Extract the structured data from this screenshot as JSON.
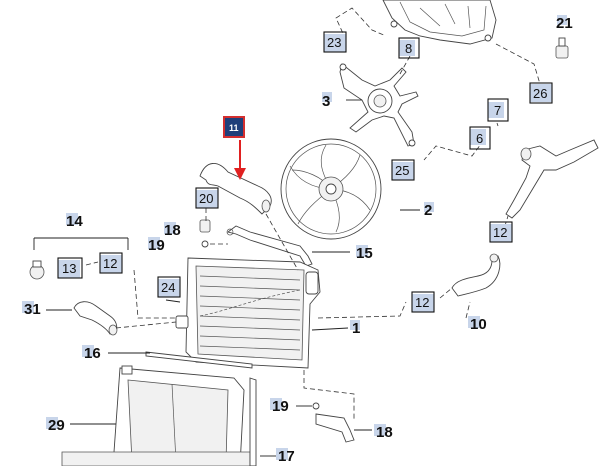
{
  "callouts": [
    {
      "id": "c21",
      "label": "21",
      "style": "plain"
    },
    {
      "id": "c23",
      "label": "23",
      "style": "boxed"
    },
    {
      "id": "c8",
      "label": "8",
      "style": "boxed"
    },
    {
      "id": "c26",
      "label": "26",
      "style": "boxed"
    },
    {
      "id": "c3",
      "label": "3",
      "style": "plain"
    },
    {
      "id": "c7",
      "label": "7",
      "style": "boxed"
    },
    {
      "id": "c6",
      "label": "6",
      "style": "boxed"
    },
    {
      "id": "c11",
      "label": "11",
      "style": "highlight"
    },
    {
      "id": "c25",
      "label": "25",
      "style": "boxed"
    },
    {
      "id": "c2",
      "label": "2",
      "style": "plain"
    },
    {
      "id": "c20",
      "label": "20",
      "style": "boxed"
    },
    {
      "id": "c14",
      "label": "14",
      "style": "plain"
    },
    {
      "id": "c18a",
      "label": "18",
      "style": "plain"
    },
    {
      "id": "c19a",
      "label": "19",
      "style": "plain"
    },
    {
      "id": "c15",
      "label": "15",
      "style": "plain"
    },
    {
      "id": "c12a",
      "label": "12",
      "style": "boxed"
    },
    {
      "id": "c13",
      "label": "13",
      "style": "boxed"
    },
    {
      "id": "c12b",
      "label": "12",
      "style": "boxed"
    },
    {
      "id": "c24",
      "label": "24",
      "style": "boxed"
    },
    {
      "id": "c31",
      "label": "31",
      "style": "plain"
    },
    {
      "id": "c12c",
      "label": "12",
      "style": "boxed"
    },
    {
      "id": "c10",
      "label": "10",
      "style": "plain"
    },
    {
      "id": "c1",
      "label": "1",
      "style": "plain"
    },
    {
      "id": "c16",
      "label": "16",
      "style": "plain"
    },
    {
      "id": "c19b",
      "label": "19",
      "style": "plain"
    },
    {
      "id": "c18b",
      "label": "18",
      "style": "plain"
    },
    {
      "id": "c29",
      "label": "29",
      "style": "plain"
    },
    {
      "id": "c17",
      "label": "17",
      "style": "plain"
    }
  ],
  "colors": {
    "tag_fill": "#c8d5ea",
    "highlight_fill": "#1f3f7a",
    "highlight_border": "#d32f2f",
    "arrow": "#e02020"
  }
}
